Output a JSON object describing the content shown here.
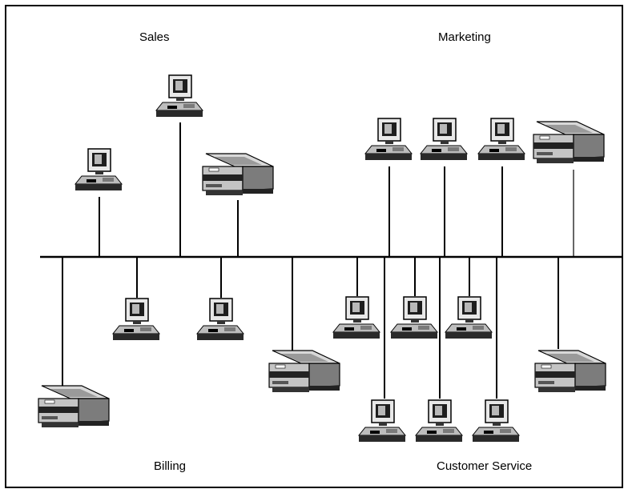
{
  "diagram": {
    "labels": {
      "sales": "Sales",
      "marketing": "Marketing",
      "billing": "Billing",
      "customer_service": "Customer Service"
    },
    "icons": {
      "computer": "desktop-computer-icon",
      "printer": "laser-printer-icon"
    },
    "colors": {
      "line": "#000000",
      "device_light": "#d0d0d0",
      "device_mid": "#a8a8a8",
      "device_dark": "#3a3a3a"
    }
  }
}
